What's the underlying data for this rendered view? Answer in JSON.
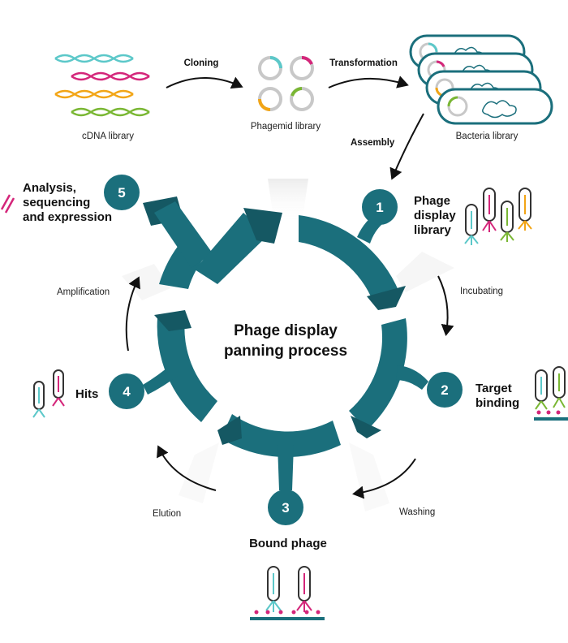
{
  "colors": {
    "teal": "#1b6f7c",
    "teal_dark": "#155863",
    "cyan": "#5cc8c9",
    "magenta": "#d4267a",
    "orange": "#f2a516",
    "green": "#7ab734",
    "grey": "#c8c8c8"
  },
  "top": {
    "cdna_label": "cDNA library",
    "cloning_label": "Cloning",
    "phagemid_label": "Phagemid library",
    "transformation_label": "Transformation",
    "bacteria_label": "Bacteria library",
    "assembly_label": "Assembly"
  },
  "center": {
    "title_line1": "Phage display",
    "title_line2": "panning process"
  },
  "steps": [
    {
      "number": "1",
      "line1": "Phage",
      "line2": "display",
      "line3": "library"
    },
    {
      "number": "2",
      "line1": "Target",
      "line2": "binding"
    },
    {
      "number": "3",
      "line1": "Bound phage"
    },
    {
      "number": "4",
      "line1": "Hits"
    },
    {
      "number": "5",
      "line1": "Analysis,",
      "line2": "sequencing",
      "line3": "and expression"
    }
  ],
  "transitions": {
    "incubating": "Incubating",
    "washing": "Washing",
    "elution": "Elution",
    "amplification": "Amplification"
  }
}
